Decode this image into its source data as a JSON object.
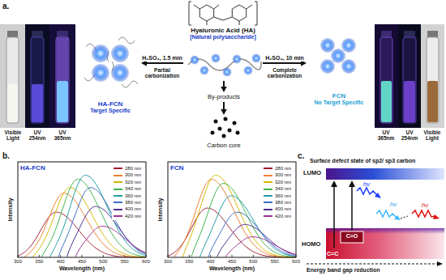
{
  "diagram": {
    "nodes": [
      {
        "text": [
          "Hyaluronic Acid (HA)",
          "[Natural polysaccharide]"
        ]
      },
      {
        "text": [
          "HA-FCN",
          "Target Specific"
        ]
      },
      {
        "text": [
          "FCN",
          "No Target Specific"
        ]
      },
      {
        "text": [
          "By-products"
        ]
      },
      {
        "text": [
          "Carbon core"
        ]
      }
    ],
    "edges": [
      {
        "from": 0,
        "to": 1,
        "label": "H₂SO₄, 1.5 min",
        "arrow": "to"
      },
      {
        "from": 0,
        "to": 2,
        "label": "H₂SO₄, 10 min",
        "arrow": "to"
      },
      {
        "from": 0,
        "to": 3,
        "arrow": "to"
      },
      {
        "from": 3,
        "to": 4,
        "arrow": "to"
      }
    ],
    "labels": [
      "a.",
      "Visible Light",
      "UV 254nm",
      "UV 365nm",
      "Partial carbonization",
      "Complete carbonization",
      "UV 365nm",
      "UV 254nm",
      "Visible Light",
      "b.",
      "HA-FCN",
      "FCN",
      "Intensity",
      "Intensity",
      "Wavelength (nm)",
      "Wavelength (nm)",
      "300",
      "350",
      "400",
      "450",
      "500",
      "550",
      "600",
      "300",
      "350",
      "400",
      "450",
      "500",
      "550",
      "600",
      "c.",
      "Surface defect state of sp2/ sp3 carbon",
      "LUMO",
      "HOMO",
      "C=O",
      "C=C",
      "hν",
      "hν",
      "hν",
      "Energy band gap reduction"
    ],
    "legend": [
      {
        "text": "280 nm",
        "color": "#9e1b32"
      },
      {
        "text": "300 nm",
        "color": "#f08030"
      },
      {
        "text": "320 nm",
        "color": "#d4b800"
      },
      {
        "text": "340 nm",
        "color": "#3cb44b"
      },
      {
        "text": "360 nm",
        "color": "#1f9ea8"
      },
      {
        "text": "380 nm",
        "color": "#3a6fc4"
      },
      {
        "text": "400 nm",
        "color": "#4b2c8f"
      },
      {
        "text": "420 nm",
        "color": "#a03090"
      },
      {
        "text": "280 nm",
        "color": "#9e1b32"
      },
      {
        "text": "300 nm",
        "color": "#f08030"
      },
      {
        "text": "320 nm",
        "color": "#d4b800"
      },
      {
        "text": "340 nm",
        "color": "#3cb44b"
      },
      {
        "text": "360 nm",
        "color": "#1f9ea8"
      },
      {
        "text": "380 nm",
        "color": "#3a6fc4"
      },
      {
        "text": "400 nm",
        "color": "#4b2c8f"
      },
      {
        "text": "420 nm",
        "color": "#a03090"
      }
    ]
  }
}
